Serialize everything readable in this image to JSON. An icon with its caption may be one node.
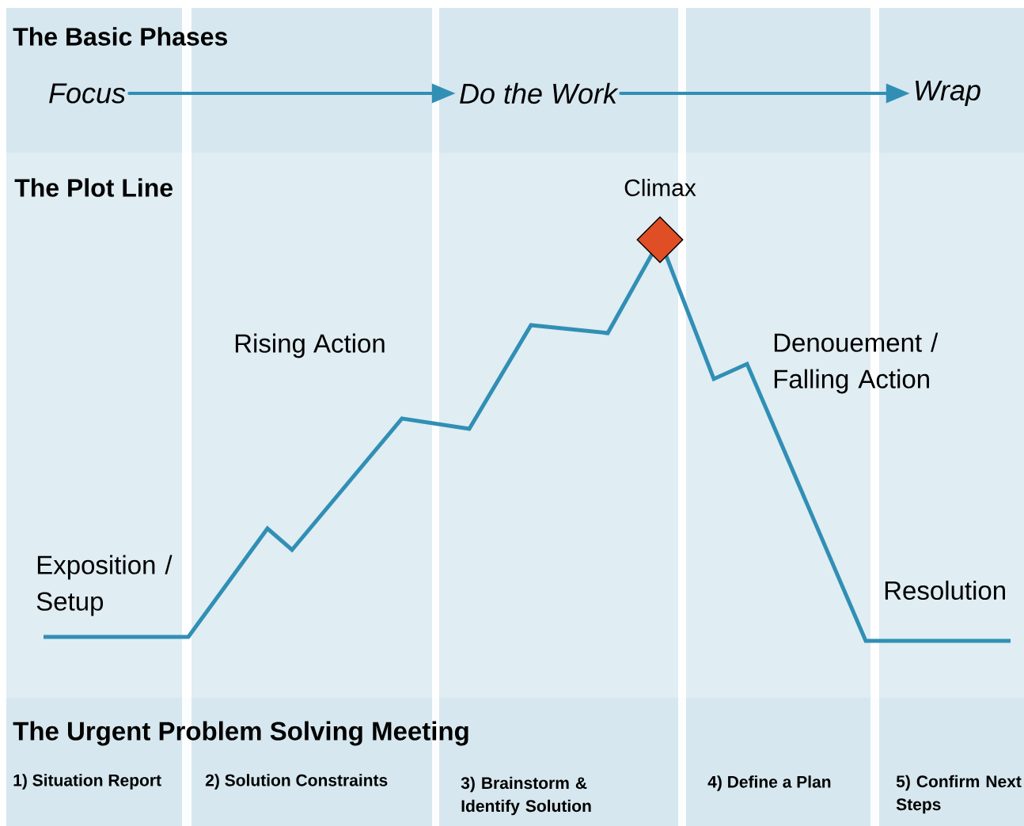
{
  "diagram": {
    "nodes": [
      {
        "text": [
          "Focus"
        ]
      },
      {
        "text": [
          "Do the Work"
        ]
      },
      {
        "text": [
          "Wrap"
        ]
      },
      {
        "text": [],
        "shape": "diamond",
        "beside": [
          "Climax"
        ]
      }
    ],
    "edges": [
      {
        "from": 0,
        "to": 1,
        "arrow": "to"
      },
      {
        "from": 1,
        "to": 2,
        "arrow": "to"
      }
    ],
    "labels": [
      "The Basic Phases",
      "The Plot Line",
      "Rising Action",
      "Denouement / Falling Action",
      "Exposition / Setup",
      "Resolution",
      "The Urgent Problem Solving Meeting",
      "1) Situation Report",
      "2) Solution Constraints",
      "3) Brainstorm & Identify Solution",
      "4) Define a Plan",
      "5) Confirm Next Steps"
    ]
  }
}
